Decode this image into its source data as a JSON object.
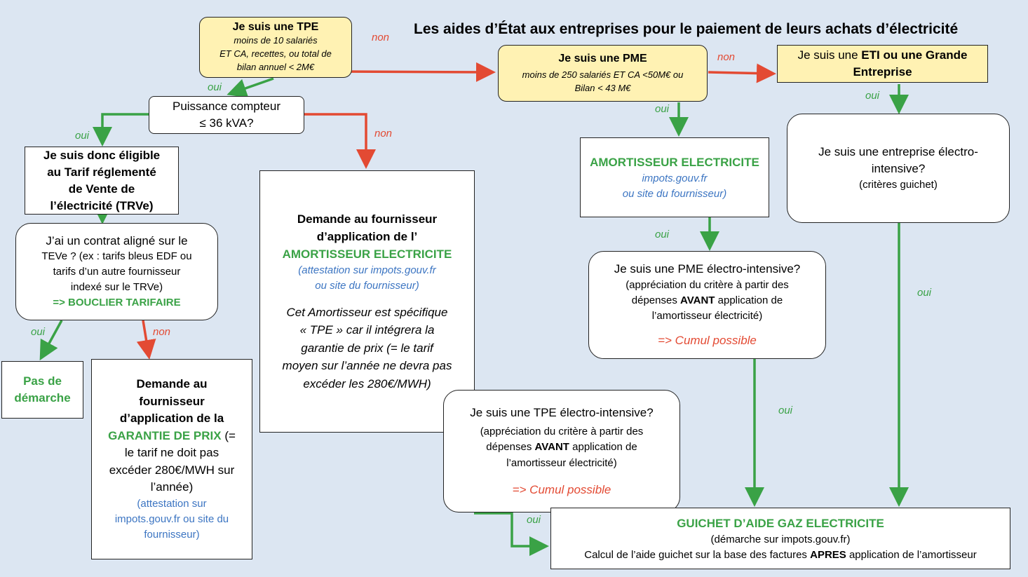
{
  "title": "Les aides d’État aux entreprises pour le paiement de leurs achats d’électricité",
  "colors": {
    "background": "#dce6f2",
    "yellow_box": "#fff2b3",
    "yes_green": "#3aa246",
    "no_red": "#e34a33",
    "link_blue": "#3c75c2"
  },
  "nodes": {
    "tpe": {
      "title": "Je suis une TPE",
      "l1": "moins  de 10 salariés",
      "l2": "ET CA, recettes, ou total de",
      "l3": "bilan annuel < 2M€"
    },
    "pme": {
      "title": "Je suis une  PME",
      "l1": "moins de 250 salariés ET CA <50M€ ou",
      "l2": "Bilan < 43 M€"
    },
    "eti": {
      "l1_pre": "Je suis une ",
      "l1_bold": "ETI ou une Grande",
      "l2": "Entreprise"
    },
    "compteur": {
      "l1": "Puissance compteur",
      "l2": "≤ 36 kVA?"
    },
    "trve": {
      "l1": "Je suis donc éligible",
      "l2": "au Tarif réglementé",
      "l3": "de Vente de",
      "l4": "l’électricité (TRVe)"
    },
    "contrat": {
      "l1": "J’ai un contrat aligné sur le",
      "l2": "TEVe ? (ex : tarifs bleus EDF ou",
      "l3": "tarifs d’un autre fournisseur",
      "l4": "indexé sur le TRVe)",
      "l5": "=> BOUCLIER TARIFAIRE"
    },
    "pas_demarche": {
      "l1": "Pas de",
      "l2": "démarche"
    },
    "garantie": {
      "l1": "Demande au",
      "l2": "fournisseur",
      "l3": "d’application de la",
      "l4_green": "GARANTIE DE PRIX",
      "l4_rest": " (=",
      "l5": "le tarif ne doit pas",
      "l6": "excéder 280€/MWH sur",
      "l7": "l’année)",
      "l8": "(attestation sur",
      "l9": "impots.gouv.fr ou site du",
      "l10": "fournisseur)"
    },
    "amort_tpe": {
      "l1": "Demande au fournisseur",
      "l2": "d’application de l’",
      "l3": "AMORTISSEUR ELECTRICITE",
      "l4": "(attestation sur impots.gouv.fr",
      "l5": "ou site du fournisseur)",
      "l6": "Cet Amortisseur  est spécifique",
      "l7": "« TPE » car il intégrera la",
      "l8": "garantie de prix (= le tarif",
      "l9": "moyen sur l’année ne devra pas",
      "l10": "excéder les 280€/MWH)"
    },
    "amort_pme": {
      "l1": "AMORTISSEUR ELECTRICITE",
      "l2": "impots.gouv.fr",
      "l3": "ou site du fournisseur)"
    },
    "electro_intensive": {
      "l1": "Je suis une entreprise électro-",
      "l2": "intensive?",
      "l3": "(critères guichet)"
    },
    "pme_electro": {
      "l1": "Je suis une PME  électro-intensive?",
      "l2": "(appréciation du critère à partir des",
      "l3_pre": "dépenses ",
      "l3_bold": "AVANT",
      "l3_post": " application de",
      "l4": "l’amortisseur électricité)",
      "l5": "=> Cumul possible"
    },
    "tpe_electro": {
      "l1": "Je suis une  TPE  électro-intensive?",
      "l2": "(appréciation du critère à partir des",
      "l3_pre": "dépenses ",
      "l3_bold": "AVANT",
      "l3_post": " application de",
      "l4": "l’amortisseur électricité)",
      "l5": "=> Cumul possible"
    },
    "guichet": {
      "l1": "GUICHET D’AIDE GAZ ELECTRICITE",
      "l2": "(démarche sur impots.gouv.fr)",
      "l3_pre": "Calcul de l’aide guichet sur la base des factures ",
      "l3_bold": "APRES",
      "l3_post": " application de l’amortisseur"
    }
  },
  "edge_labels": {
    "oui": "oui",
    "non": "non"
  }
}
